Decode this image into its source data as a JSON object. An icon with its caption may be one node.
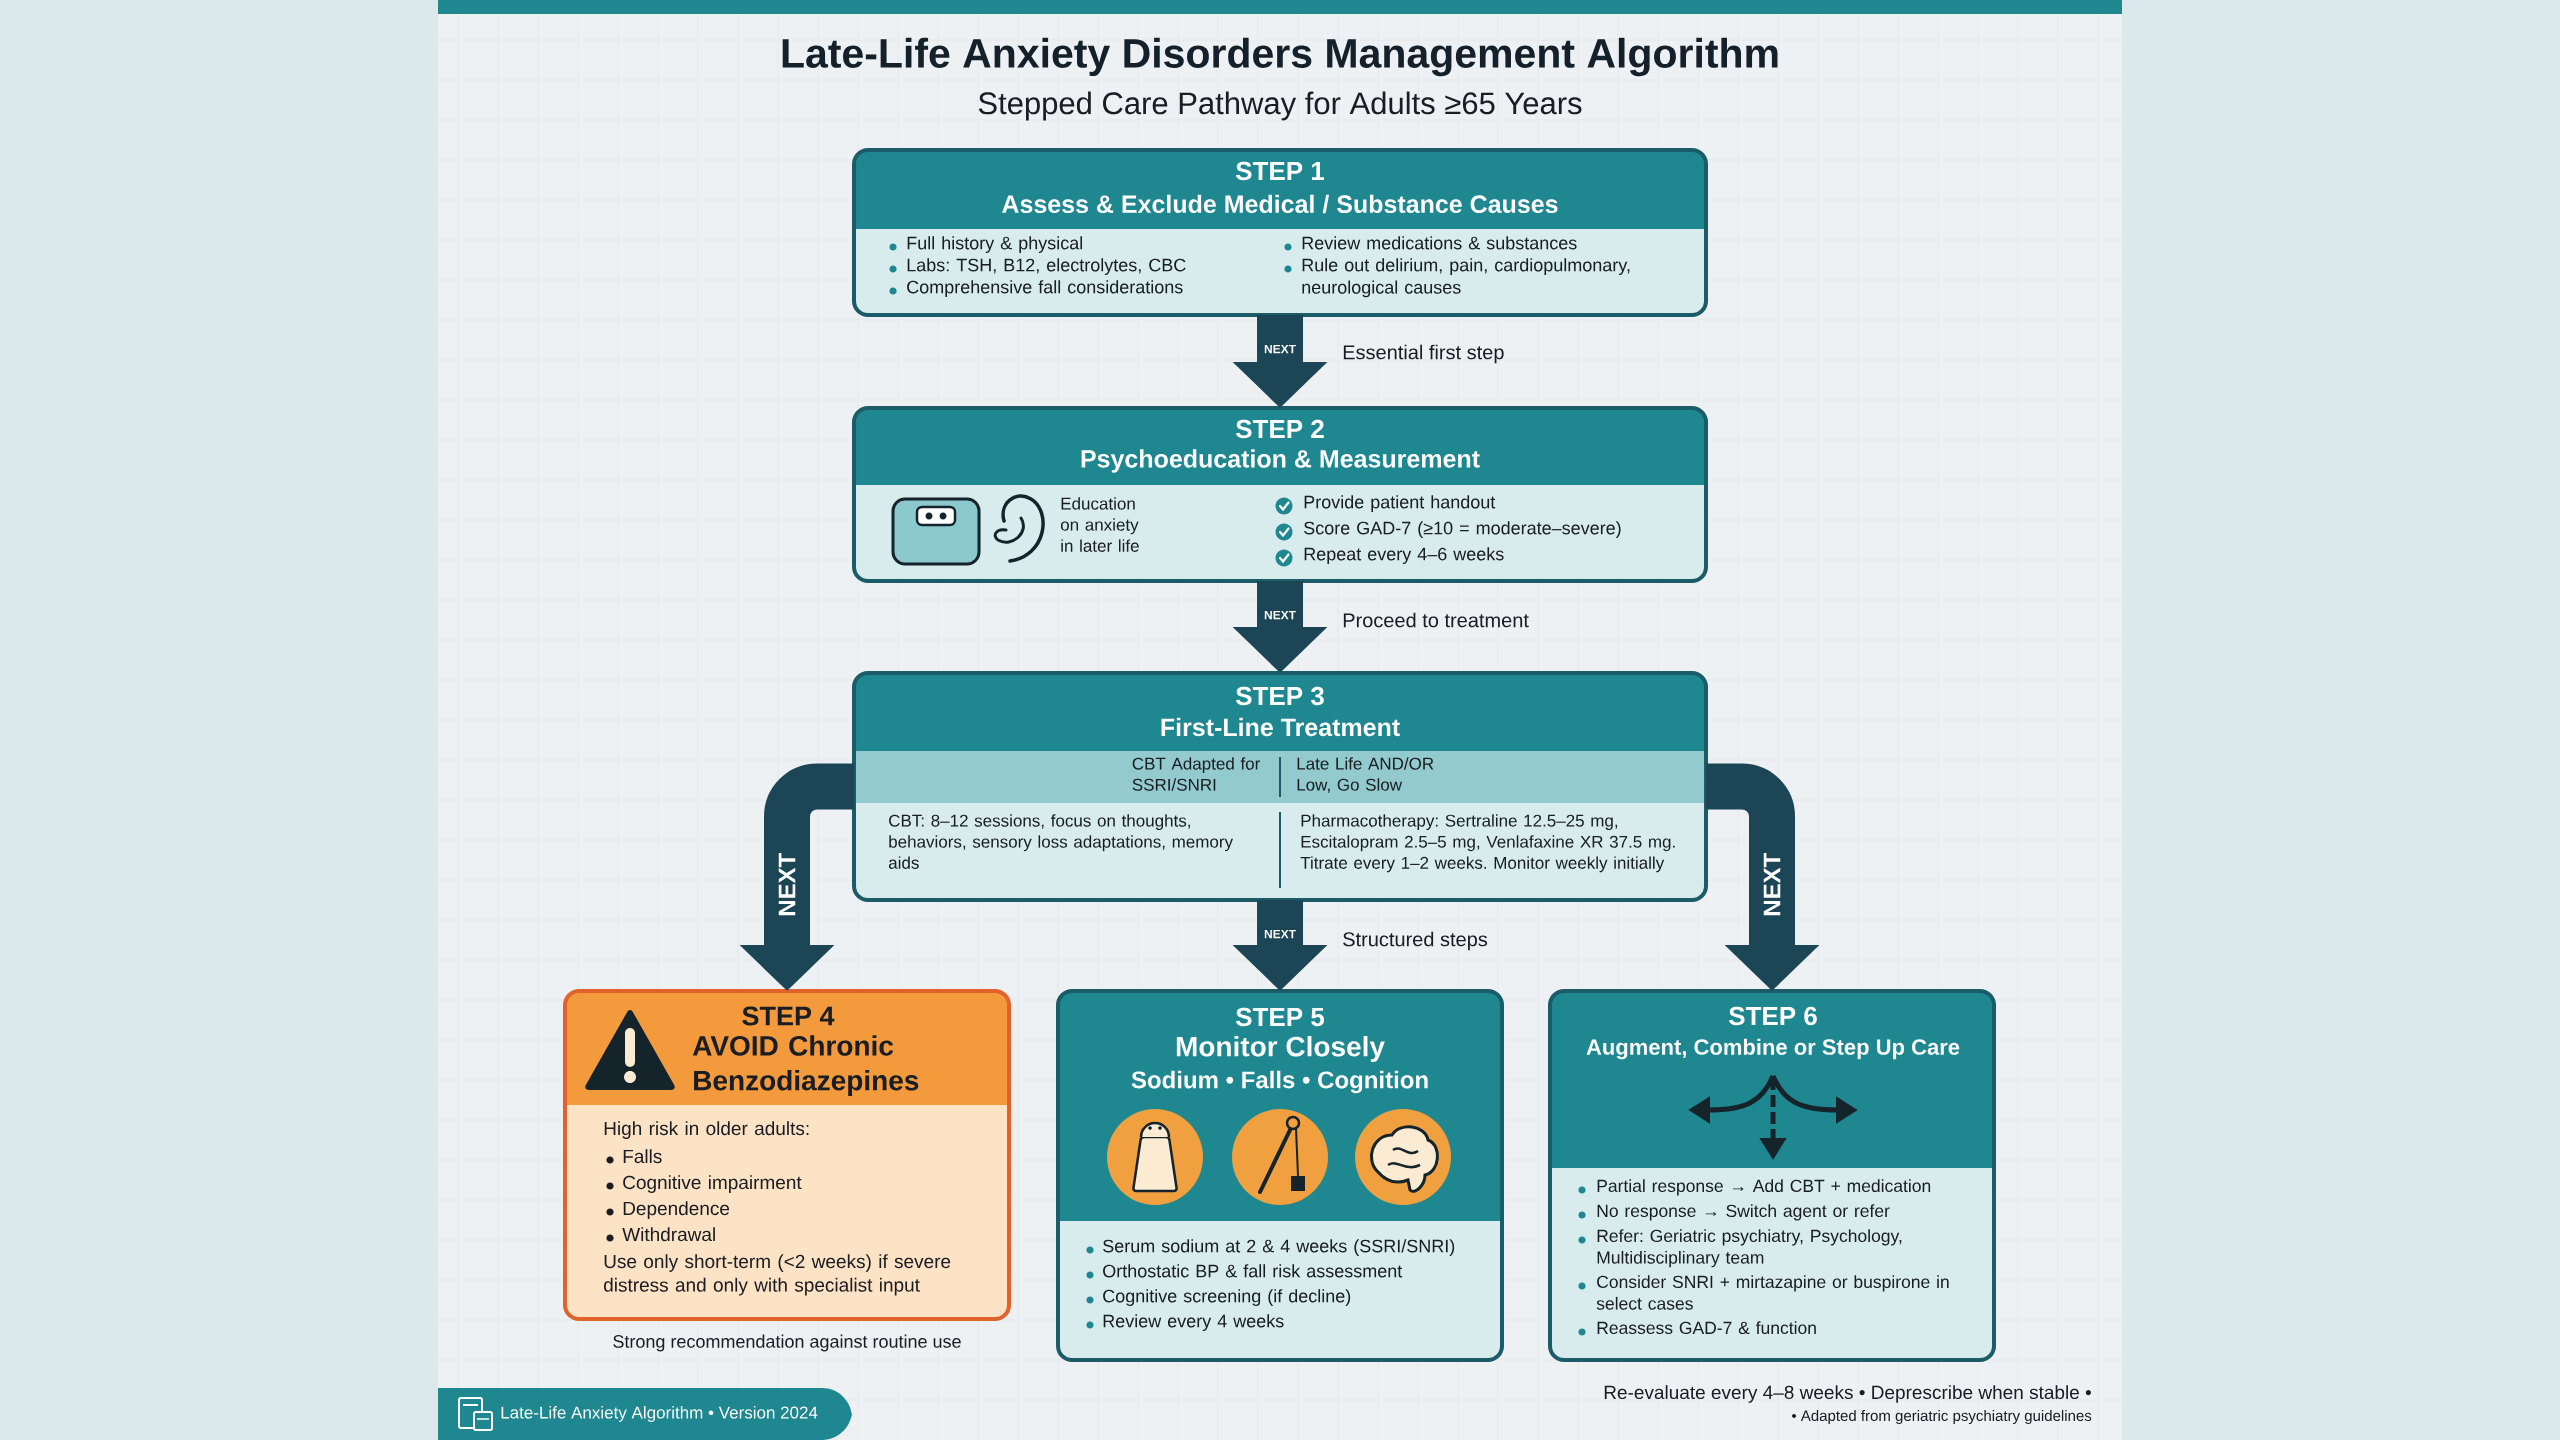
{
  "diagram": {
    "title": "Late-Life Anxiety Disorders Management Algorithm",
    "nodes": [
      {
        "text": [
          "STEP 1",
          "Assess & Exclude Medical / Substance Causes",
          "Full history & physical",
          "Labs: TSH, B12, electrolytes, CBC",
          "Comprehensive fall considerations",
          "Review medications & substances",
          "Rule out delirium, pain, cardiopulmonary, neurological causes"
        ]
      },
      {
        "text": [
          "STEP 2",
          "Psychoeducation & Measurement",
          "Education on anxiety in later life",
          "Provide patient handout",
          "Score GAD-7 (≥10 = moderate–severe)",
          "Repeat every 4–6 weeks"
        ]
      },
      {
        "text": [
          "STEP 3",
          "First-Line Treatment",
          "CBT Adapted for SSRI/SNRI",
          "Late Life AND/OR Low, Go Slow",
          "CBT: 8–12 sessions, focus on thoughts, behaviors, sensory loss adaptations, memory aids",
          "Pharmacotherapy: Sertraline 12.5–25 mg, Escitalopram 2.5–5 mg, Venlafaxine XR 37.5 mg. Titrate every 1–2 weeks. Monitor weekly initially"
        ]
      },
      {
        "text": [
          "STEP 4",
          "AVOID Chronic Benzodiazepines",
          "High risk in older adults:",
          "Falls",
          "Cognitive impairment",
          "Dependence",
          "Withdrawal",
          "Use only short-term (<2 weeks) if severe distress and only with specialist input"
        ],
        "beside": [
          "Strong recommendation against routine use"
        ]
      },
      {
        "text": [
          "STEP 5",
          "Monitor Closely",
          "Sodium • Falls • Cognition",
          "Serum sodium at 2 & 4 weeks (SSRI/SNRI)",
          "Orthostatic BP & fall risk assessment",
          "Cognitive screening (if decline)",
          "Review every 4 weeks"
        ]
      },
      {
        "text": [
          "STEP 6",
          "Augment, Combine or Step Up Care",
          "Partial response → Add CBT + medication",
          "No response → Switch agent or refer",
          "Refer: Geriatric psychiatry, Psychology, Multidisciplinary team",
          "Consider SNRI + mirtazapine or buspirone in select cases",
          "Reassess GAD-7 & function"
        ]
      },
      {
        "text": [
          "Late-Life Anxiety Algorithm • Version 2024"
        ]
      }
    ],
    "edges": [
      {
        "from": 0,
        "to": 1,
        "arrow": "to",
        "label": "NEXT"
      },
      {
        "from": 1,
        "to": 2,
        "arrow": "to",
        "label": "NEXT"
      },
      {
        "from": 2,
        "to": 3,
        "arrow": "to",
        "label": "NEXT"
      },
      {
        "from": 2,
        "to": 4,
        "arrow": "to",
        "label": "NEXT"
      },
      {
        "from": 2,
        "to": 5,
        "arrow": "to",
        "label": "NEXT"
      }
    ],
    "labels": [
      "Stepped Care Pathway for Adults ≥65 Years",
      "Essential first step",
      "Proceed to treatment",
      "Structured steps",
      "Re-evaluate every 4–8 weeks • Deprescribe when stable •",
      "• Adapted from geriatric psychiatry guidelines"
    ]
  }
}
